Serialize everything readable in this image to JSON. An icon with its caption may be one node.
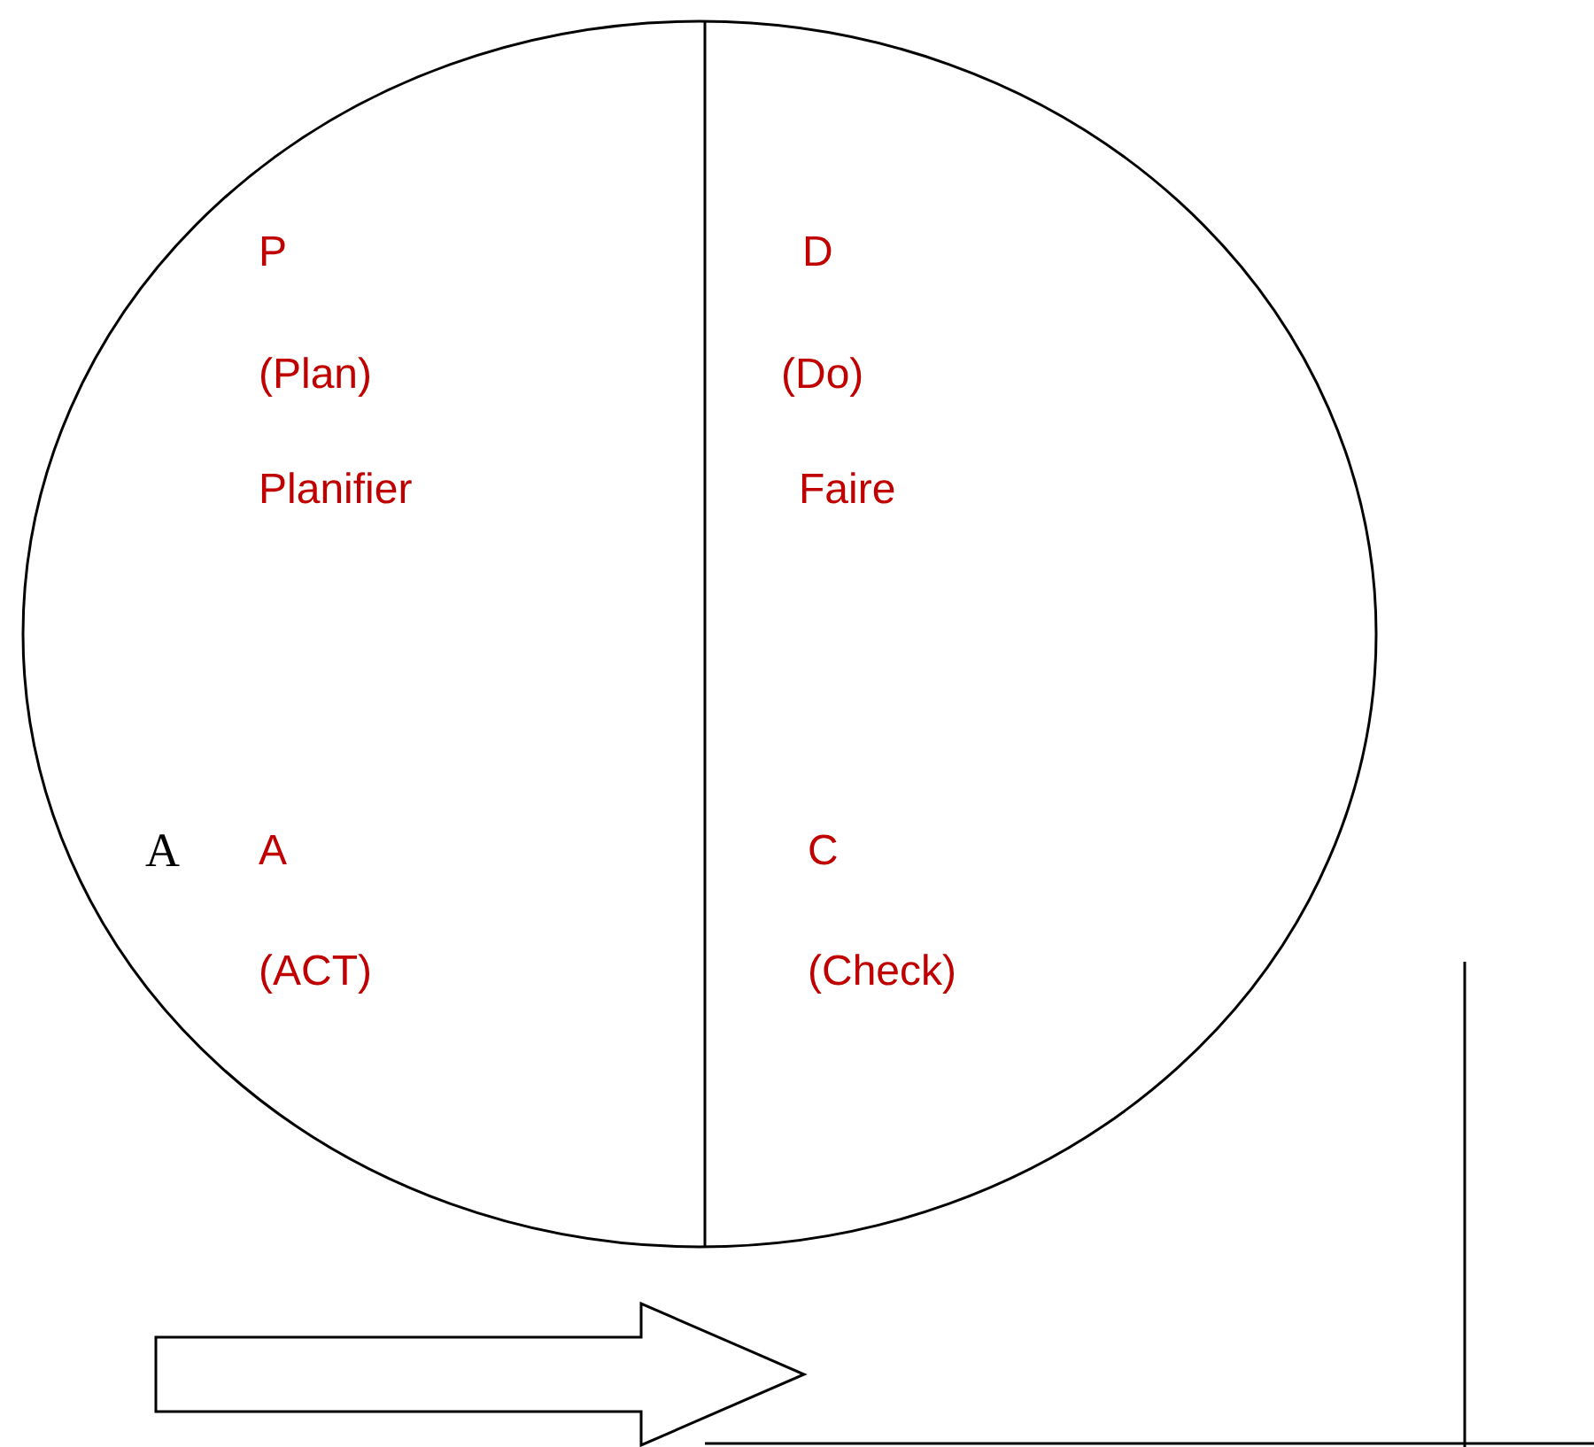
{
  "diagram": {
    "nodes": [
      {
        "text": [
          "P",
          "(Plan)",
          "Planifier",
          "D",
          "(Do)",
          "Faire",
          "A",
          "(ACT)",
          "C",
          "(Check)"
        ]
      }
    ],
    "labels": [
      "A"
    ]
  }
}
